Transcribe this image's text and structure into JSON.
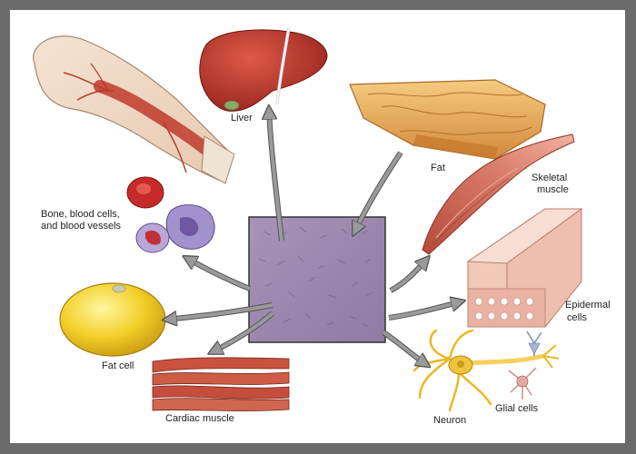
{
  "labels": {
    "liver": "Liver",
    "fat": "Fat",
    "skeletal_muscle_1": "Skeletal",
    "skeletal_muscle_2": "muscle",
    "bone_1": "Bone, blood cells,",
    "bone_2": "and blood vessels",
    "epidermal_1": "Epidermal",
    "epidermal_2": "cells",
    "fat_cell": "Fat cell",
    "cardiac_muscle": "Cardiac muscle",
    "neuron": "Neuron",
    "glial_cells": "Glial cells"
  },
  "colors": {
    "background_frame": "#6b6b6b",
    "panel": "#ffffff",
    "stem_cells": "#9a86ad",
    "arrow": "#9a9a9a",
    "liver": "#c0332b",
    "fat_tissue": "#e8b060",
    "fat_cell": "#f2d02a",
    "muscle": "#c65d4c",
    "neuron": "#f0c43a"
  }
}
